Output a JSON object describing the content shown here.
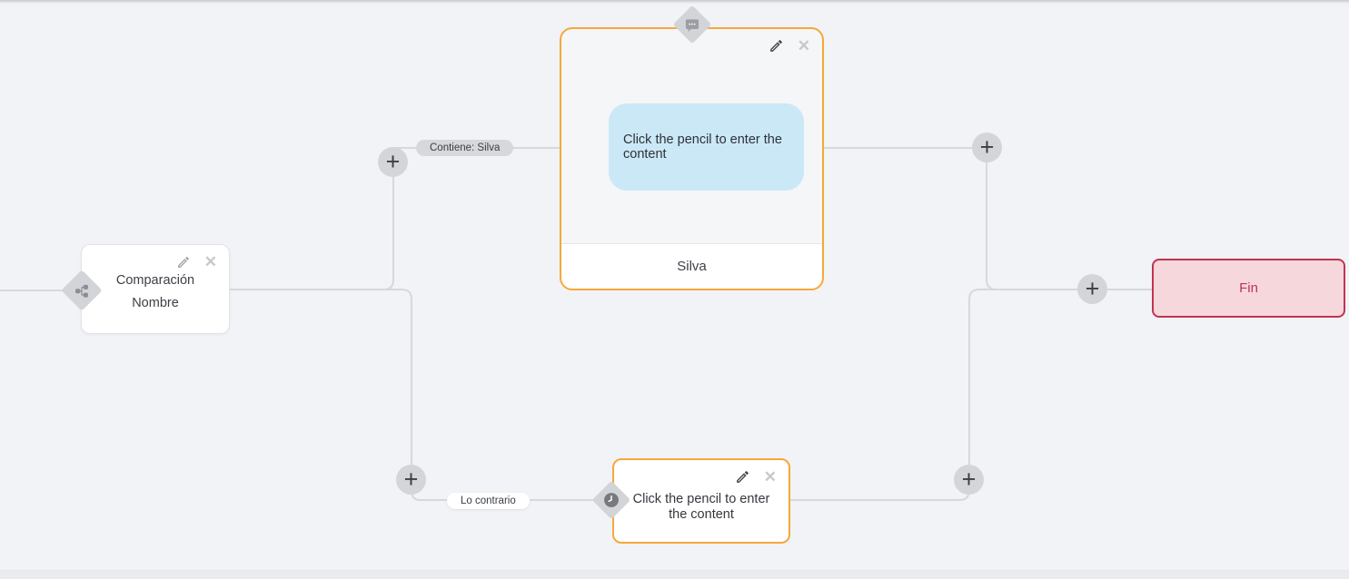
{
  "icons": {
    "plus": "+",
    "close": "✕"
  },
  "nodes": {
    "comparison": {
      "title": "Comparación",
      "subtitle": "Nombre"
    },
    "message": {
      "content_placeholder": "Click the pencil to enter the content",
      "footer_label": "Silva"
    },
    "action": {
      "content_placeholder": "Click the pencil to enter the content"
    },
    "end": {
      "label": "Fin"
    }
  },
  "edges": {
    "contains_label": "Contiene: Silva",
    "otherwise_label": "Lo contrario"
  },
  "colors": {
    "accent_orange": "#F6A837",
    "end_border": "#C2334F",
    "end_bg": "#F5D7DC",
    "bubble_blue": "#CBE8F7",
    "connector": "#D7D8DC"
  }
}
